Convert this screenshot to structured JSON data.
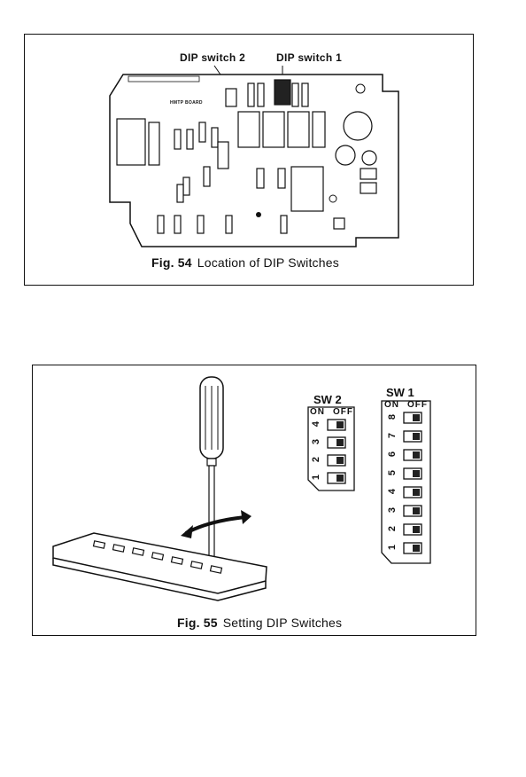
{
  "fig54": {
    "number": "Fig. 54",
    "title": "Location of DIP Switches",
    "callouts": {
      "dip_switch_2": "DIP switch 2",
      "dip_switch_1": "DIP switch 1"
    },
    "board_label": "HMTP BOARD"
  },
  "fig55": {
    "number": "Fig. 55",
    "title": "Setting DIP Switches",
    "sw2": {
      "title": "SW 2",
      "on_label": "ON",
      "off_label": "OFF",
      "positions": [
        "4",
        "3",
        "2",
        "1"
      ]
    },
    "sw1": {
      "title": "SW 1",
      "on_label": "ON",
      "off_label": "OFF",
      "positions": [
        "8",
        "7",
        "6",
        "5",
        "4",
        "3",
        "2",
        "1"
      ]
    }
  }
}
